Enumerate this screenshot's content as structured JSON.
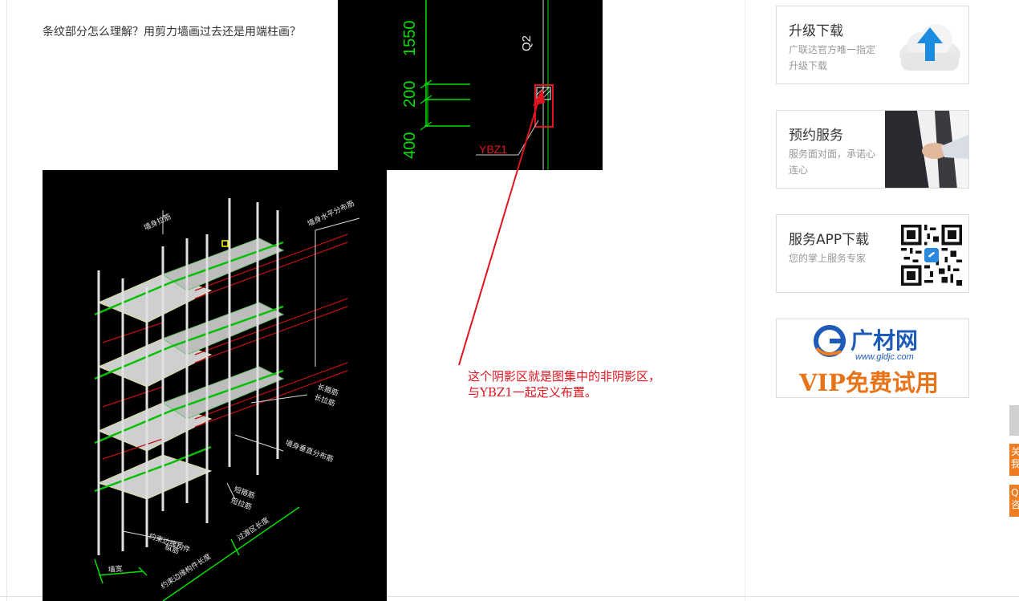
{
  "post": {
    "question": "条纹部分怎么理解？用剪力墙画过去还是用端柱画？",
    "annotation_line1": "这个阴影区就是图集中的非阴影区，",
    "annotation_line2": "与YBZ1一起定义布置。"
  },
  "cad_top": {
    "dim_1": "1550",
    "dim_2": "200",
    "dim_3": "400",
    "wall_label": "Q2",
    "column_label": "YBZ1"
  },
  "cad_3d": {
    "labels": [
      "墙身拉筋",
      "墙身水平分布筋",
      "长箍筋",
      "长拉筋",
      "墙身垂直分布筋",
      "短箍筋",
      "短拉筋",
      "约束边缘构件",
      "纵筋",
      "墙宽",
      "约束边缘构件长度",
      "过渡区长度"
    ]
  },
  "sidebar": {
    "cards": [
      {
        "title": "升级下载",
        "desc": "广联达官方唯一指定升级下载",
        "icon": "cloud-upload-icon"
      },
      {
        "title": "预约服务",
        "desc": "服务面对面，承诺心连心",
        "icon": "handshake-image"
      },
      {
        "title": "服务APP下载",
        "desc": "您的掌上服务专家",
        "icon": "qr-code-icon"
      }
    ],
    "banner": {
      "brand": "广材网",
      "url": "www.gldjc.com",
      "promo": "VIP免费试用"
    }
  },
  "side_tabs": {
    "tab1": "关\n我",
    "tab2": "Q\n咨"
  },
  "colors": {
    "cad_green": "#00e000",
    "annotation_red": "#e0141e",
    "brand_blue": "#1e5bb8",
    "brand_orange": "#f07c22"
  }
}
